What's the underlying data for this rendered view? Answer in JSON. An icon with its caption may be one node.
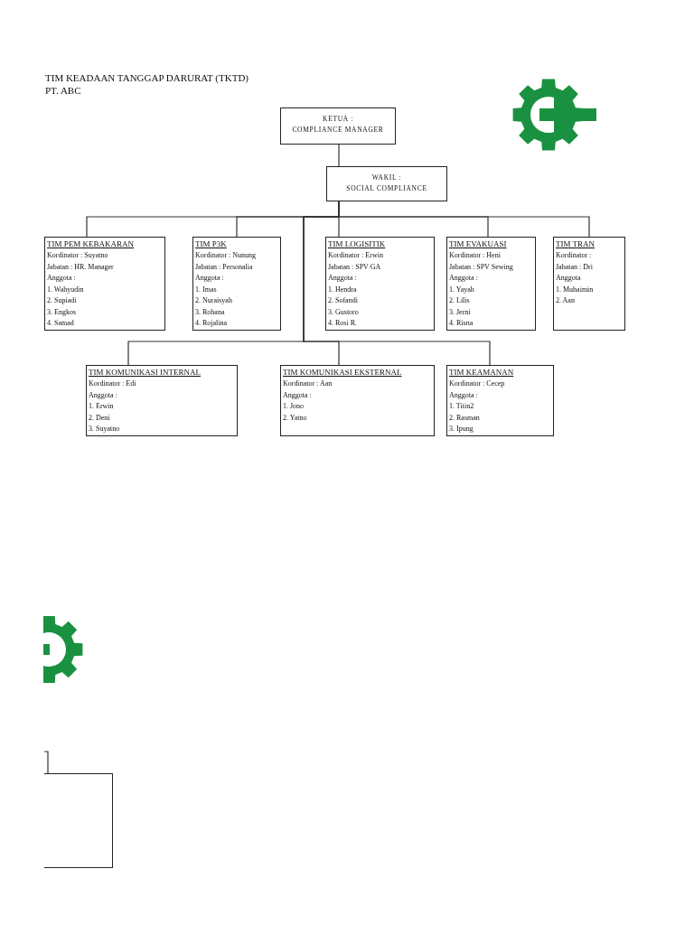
{
  "diagram": {
    "title": "TIM KEADAAN TANGGAP DARURAT (TKTD)",
    "nodes": [
      {
        "text": [
          "KETUA :",
          "COMPLIANCE MANAGER"
        ]
      },
      {
        "text": [
          "WAKIL :",
          "SOCIAL COMPLIANCE"
        ]
      },
      {
        "text": [
          "TIM PEM KEBAKARAN",
          "Kordinator : Suyatno",
          "Jabatan : HR. Manager",
          "Anggota :",
          "1. Wahyudin",
          "2. Supiadi",
          "3. Engkos",
          "4. Samad"
        ]
      },
      {
        "text": [
          "TIM P3K",
          "Kordinator : Nunung",
          "Jabatan : Personalia",
          "Anggota :",
          "1. Imas",
          "2. Nuraisyah",
          "3. Rohana",
          "4. Rojalina"
        ]
      },
      {
        "text": [
          "TIM LOGISITIK",
          "Kordinator : Erwin",
          "Jabatan : SPV GA",
          "Anggota :",
          "1. Hendra",
          "2. Sofandi",
          "3. Gustoro",
          "4. Rosi R."
        ]
      },
      {
        "text": [
          "TIM EVAKUASI",
          "Kordinator : Heni",
          "Jabatan : SPV Sewing",
          "Anggota :",
          "1. Yayah",
          "2. Lilis",
          "3. Jerni",
          "4. Risna"
        ]
      },
      {
        "text": [
          "TIM TRAN",
          "Kordinator :",
          "Jabatan : Dri",
          "Anggota",
          "1. Muhaimin",
          "2. Aan"
        ]
      },
      {
        "text": [
          "TIM KOMUNIKASI INTERNAL",
          "Kordinator : Edi",
          "Anggota :",
          "1. Erwin",
          "2. Deni",
          "3. Suyatno"
        ]
      },
      {
        "text": [
          "TIM KOMUNIKASI EKSTERNAL",
          "Kordinator : Aan",
          "Anggota :",
          "1. Jono",
          "2. Yatno"
        ]
      },
      {
        "text": [
          "TIM KEAMANAN",
          "Kordinator : Cecep",
          "Anggota :",
          "1. Titin2",
          "2. Rasman",
          "3. Ipung"
        ]
      },
      {
        "text": [],
        "shape": "box"
      }
    ],
    "edges": [
      {
        "from": 0,
        "to": 1,
        "arrow": "none"
      },
      {
        "from": 1,
        "to": 2,
        "arrow": "none"
      },
      {
        "from": 1,
        "to": 3,
        "arrow": "none"
      },
      {
        "from": 1,
        "to": 4,
        "arrow": "none"
      },
      {
        "from": 1,
        "to": 5,
        "arrow": "none"
      },
      {
        "from": 1,
        "to": 6,
        "arrow": "none"
      },
      {
        "from": 1,
        "to": 7,
        "arrow": "none"
      },
      {
        "from": 1,
        "to": 8,
        "arrow": "none"
      },
      {
        "from": 1,
        "to": 9,
        "arrow": "none"
      }
    ],
    "labels": [
      "PT. ABC"
    ]
  }
}
